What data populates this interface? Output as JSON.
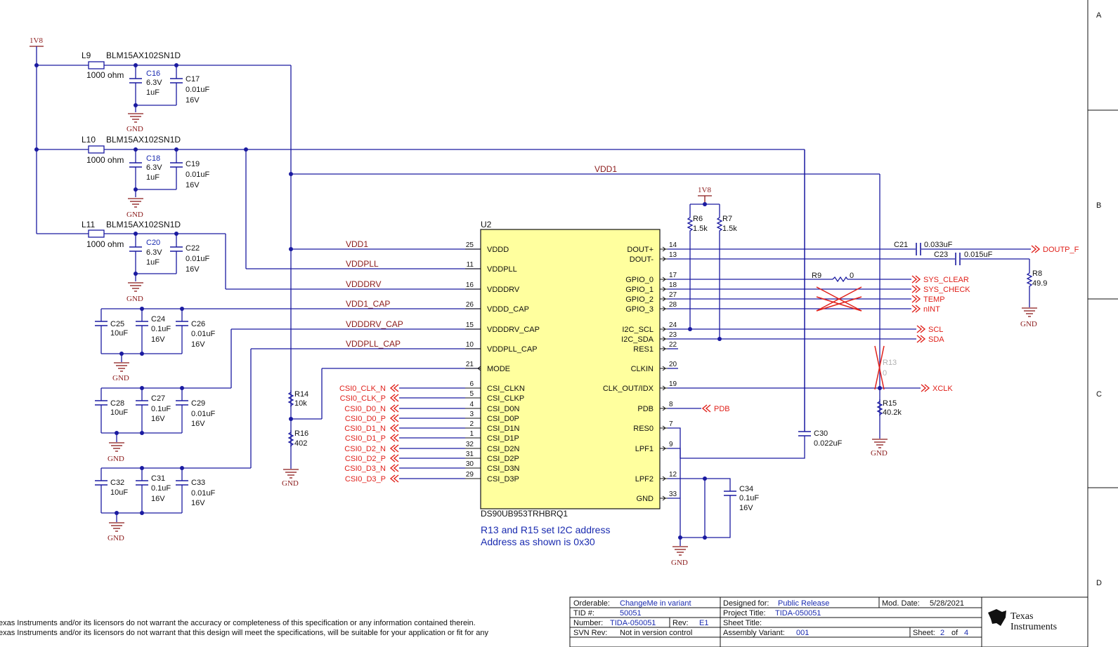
{
  "power": {
    "v1": "1V8",
    "gnd": "GND"
  },
  "ferrites": [
    {
      "ref": "L9",
      "part": "BLM15AX102SN1D",
      "value": "1000 ohm"
    },
    {
      "ref": "L10",
      "part": "BLM15AX102SN1D",
      "value": "1000 ohm"
    },
    {
      "ref": "L11",
      "part": "BLM15AX102SN1D",
      "value": "1000 ohm"
    }
  ],
  "caps": {
    "c16": {
      "ref": "C16",
      "v": "6.3V",
      "val": "1uF"
    },
    "c17": {
      "ref": "C17",
      "val": "0.01uF",
      "v": "16V"
    },
    "c18": {
      "ref": "C18",
      "v": "6.3V",
      "val": "1uF"
    },
    "c19": {
      "ref": "C19",
      "val": "0.01uF",
      "v": "16V"
    },
    "c20": {
      "ref": "C20",
      "v": "6.3V",
      "val": "1uF"
    },
    "c22": {
      "ref": "C22",
      "val": "0.01uF",
      "v": "16V"
    },
    "c25": {
      "ref": "C25",
      "val": "10uF"
    },
    "c24": {
      "ref": "C24",
      "val": "0.1uF",
      "v": "16V"
    },
    "c26": {
      "ref": "C26",
      "val": "0.01uF",
      "v": "16V"
    },
    "c28": {
      "ref": "C28",
      "val": "10uF"
    },
    "c27": {
      "ref": "C27",
      "val": "0.1uF",
      "v": "16V"
    },
    "c29": {
      "ref": "C29",
      "val": "0.01uF",
      "v": "16V"
    },
    "c32": {
      "ref": "C32",
      "val": "10uF"
    },
    "c31": {
      "ref": "C31",
      "val": "0.1uF",
      "v": "16V"
    },
    "c33": {
      "ref": "C33",
      "val": "0.01uF",
      "v": "16V"
    },
    "c21": {
      "ref": "C21",
      "val": "0.033uF"
    },
    "c23": {
      "ref": "C23",
      "val": "0.015uF"
    },
    "c30": {
      "ref": "C30",
      "val": "0.022uF"
    },
    "c34": {
      "ref": "C34",
      "val": "0.1uF",
      "v": "16V"
    }
  },
  "resistors": {
    "r14": {
      "ref": "R14",
      "val": "10k"
    },
    "r16": {
      "ref": "R16",
      "val": "402"
    },
    "r6": {
      "ref": "R6",
      "val": "1.5k"
    },
    "r7": {
      "ref": "R7",
      "val": "1.5k"
    },
    "r9": {
      "ref": "R9",
      "val": "0"
    },
    "r8": {
      "ref": "R8",
      "val": "49.9"
    },
    "r13": {
      "ref": "R13",
      "val": "0"
    },
    "r15": {
      "ref": "R15",
      "val": "40.2k"
    }
  },
  "nets": {
    "vdd1_top": "VDD1",
    "vdd1": "VDD1",
    "vddpll": "VDDPLL",
    "vdddrv": "VDDDRV",
    "vdd1_cap": "VDD1_CAP",
    "vdddrv_cap": "VDDDRV_CAP",
    "vddpll_cap": "VDDPLL_CAP"
  },
  "ic": {
    "ref": "U2",
    "part": "DS90UB953TRHBRQ1",
    "left_pins": [
      {
        "num": "25",
        "name": "VDDD"
      },
      {
        "num": "11",
        "name": "VDDPLL"
      },
      {
        "num": "16",
        "name": "VDDDRV"
      },
      {
        "num": "26",
        "name": "VDDD_CAP"
      },
      {
        "num": "15",
        "name": "VDDDRV_CAP"
      },
      {
        "num": "10",
        "name": "VDDPLL_CAP"
      },
      {
        "num": "21",
        "name": "MODE"
      },
      {
        "num": "6",
        "name": "CSI_CLKN"
      },
      {
        "num": "5",
        "name": "CSI_CLKP"
      },
      {
        "num": "4",
        "name": "CSI_D0N"
      },
      {
        "num": "3",
        "name": "CSI_D0P"
      },
      {
        "num": "2",
        "name": "CSI_D1N"
      },
      {
        "num": "1",
        "name": "CSI_D1P"
      },
      {
        "num": "32",
        "name": "CSI_D2N"
      },
      {
        "num": "31",
        "name": "CSI_D2P"
      },
      {
        "num": "30",
        "name": "CSI_D3N"
      },
      {
        "num": "29",
        "name": "CSI_D3P"
      }
    ],
    "right_pins": [
      {
        "num": "14",
        "name": "DOUT+"
      },
      {
        "num": "13",
        "name": "DOUT-"
      },
      {
        "num": "17",
        "name": "GPIO_0"
      },
      {
        "num": "18",
        "name": "GPIO_1"
      },
      {
        "num": "27",
        "name": "GPIO_2"
      },
      {
        "num": "28",
        "name": "GPIO_3"
      },
      {
        "num": "24",
        "name": "I2C_SCL"
      },
      {
        "num": "23",
        "name": "I2C_SDA"
      },
      {
        "num": "22",
        "name": "RES1"
      },
      {
        "num": "20",
        "name": "CLKIN"
      },
      {
        "num": "19",
        "name": "CLK_OUT/IDX"
      },
      {
        "num": "8",
        "name": "PDB"
      },
      {
        "num": "7",
        "name": "RES0"
      },
      {
        "num": "9",
        "name": "LPF1"
      },
      {
        "num": "12",
        "name": "LPF2"
      },
      {
        "num": "33",
        "name": "GND"
      }
    ]
  },
  "csi_ports": [
    "CSI0_CLK_N",
    "CSI0_CLK_P",
    "CSI0_D0_N",
    "CSI0_D0_P",
    "CSI0_D1_N",
    "CSI0_D1_P",
    "CSI0_D2_N",
    "CSI0_D2_P",
    "CSI0_D3_N",
    "CSI0_D3_P"
  ],
  "out_ports": {
    "doutp": "DOUTP_F",
    "sys_clear": "SYS_CLEAR",
    "sys_check": "SYS_CHECK",
    "temp": "TEMP",
    "nint": "nINT",
    "scl": "SCL",
    "sda": "SDA",
    "xclk": "XCLK",
    "pdb": "PDB"
  },
  "note": {
    "line1": "R13 and R15 set I2C address",
    "line2": "Address as shown is 0x30"
  },
  "disclaimer": {
    "line1": "exas Instruments and/or its licensors do not warrant the accuracy or completeness of this specification or any information contained therein.",
    "line2": "exas Instruments and/or its licensors do not warrant that this design will meet the specifications, will be suitable for your application or fit for any"
  },
  "title_block": {
    "orderable_label": "Orderable:",
    "orderable": "ChangeMe in variant",
    "designed_label": "Designed for:",
    "designed": "Public Release",
    "mod_label": "Mod. Date:",
    "mod": "5/28/2021",
    "tid_label": "TID #:",
    "tid": "50051",
    "project_label": "Project Title:",
    "project": "TIDA-050051",
    "number_label": "Number:",
    "number": "TIDA-050051",
    "rev_label": "Rev:",
    "rev": "E1",
    "sheet_title_label": "Sheet Title:",
    "svn_label": "SVN Rev:",
    "svn": "Not in version control",
    "assembly_label": "Assembly Variant:",
    "assembly": "001",
    "sheet_label": "Sheet:",
    "sheet": "2",
    "of_label": "of",
    "sheets": "4",
    "logo_line1": "Texas",
    "logo_line2": "Instruments"
  },
  "border_letters": [
    "A",
    "B",
    "C",
    "D"
  ]
}
